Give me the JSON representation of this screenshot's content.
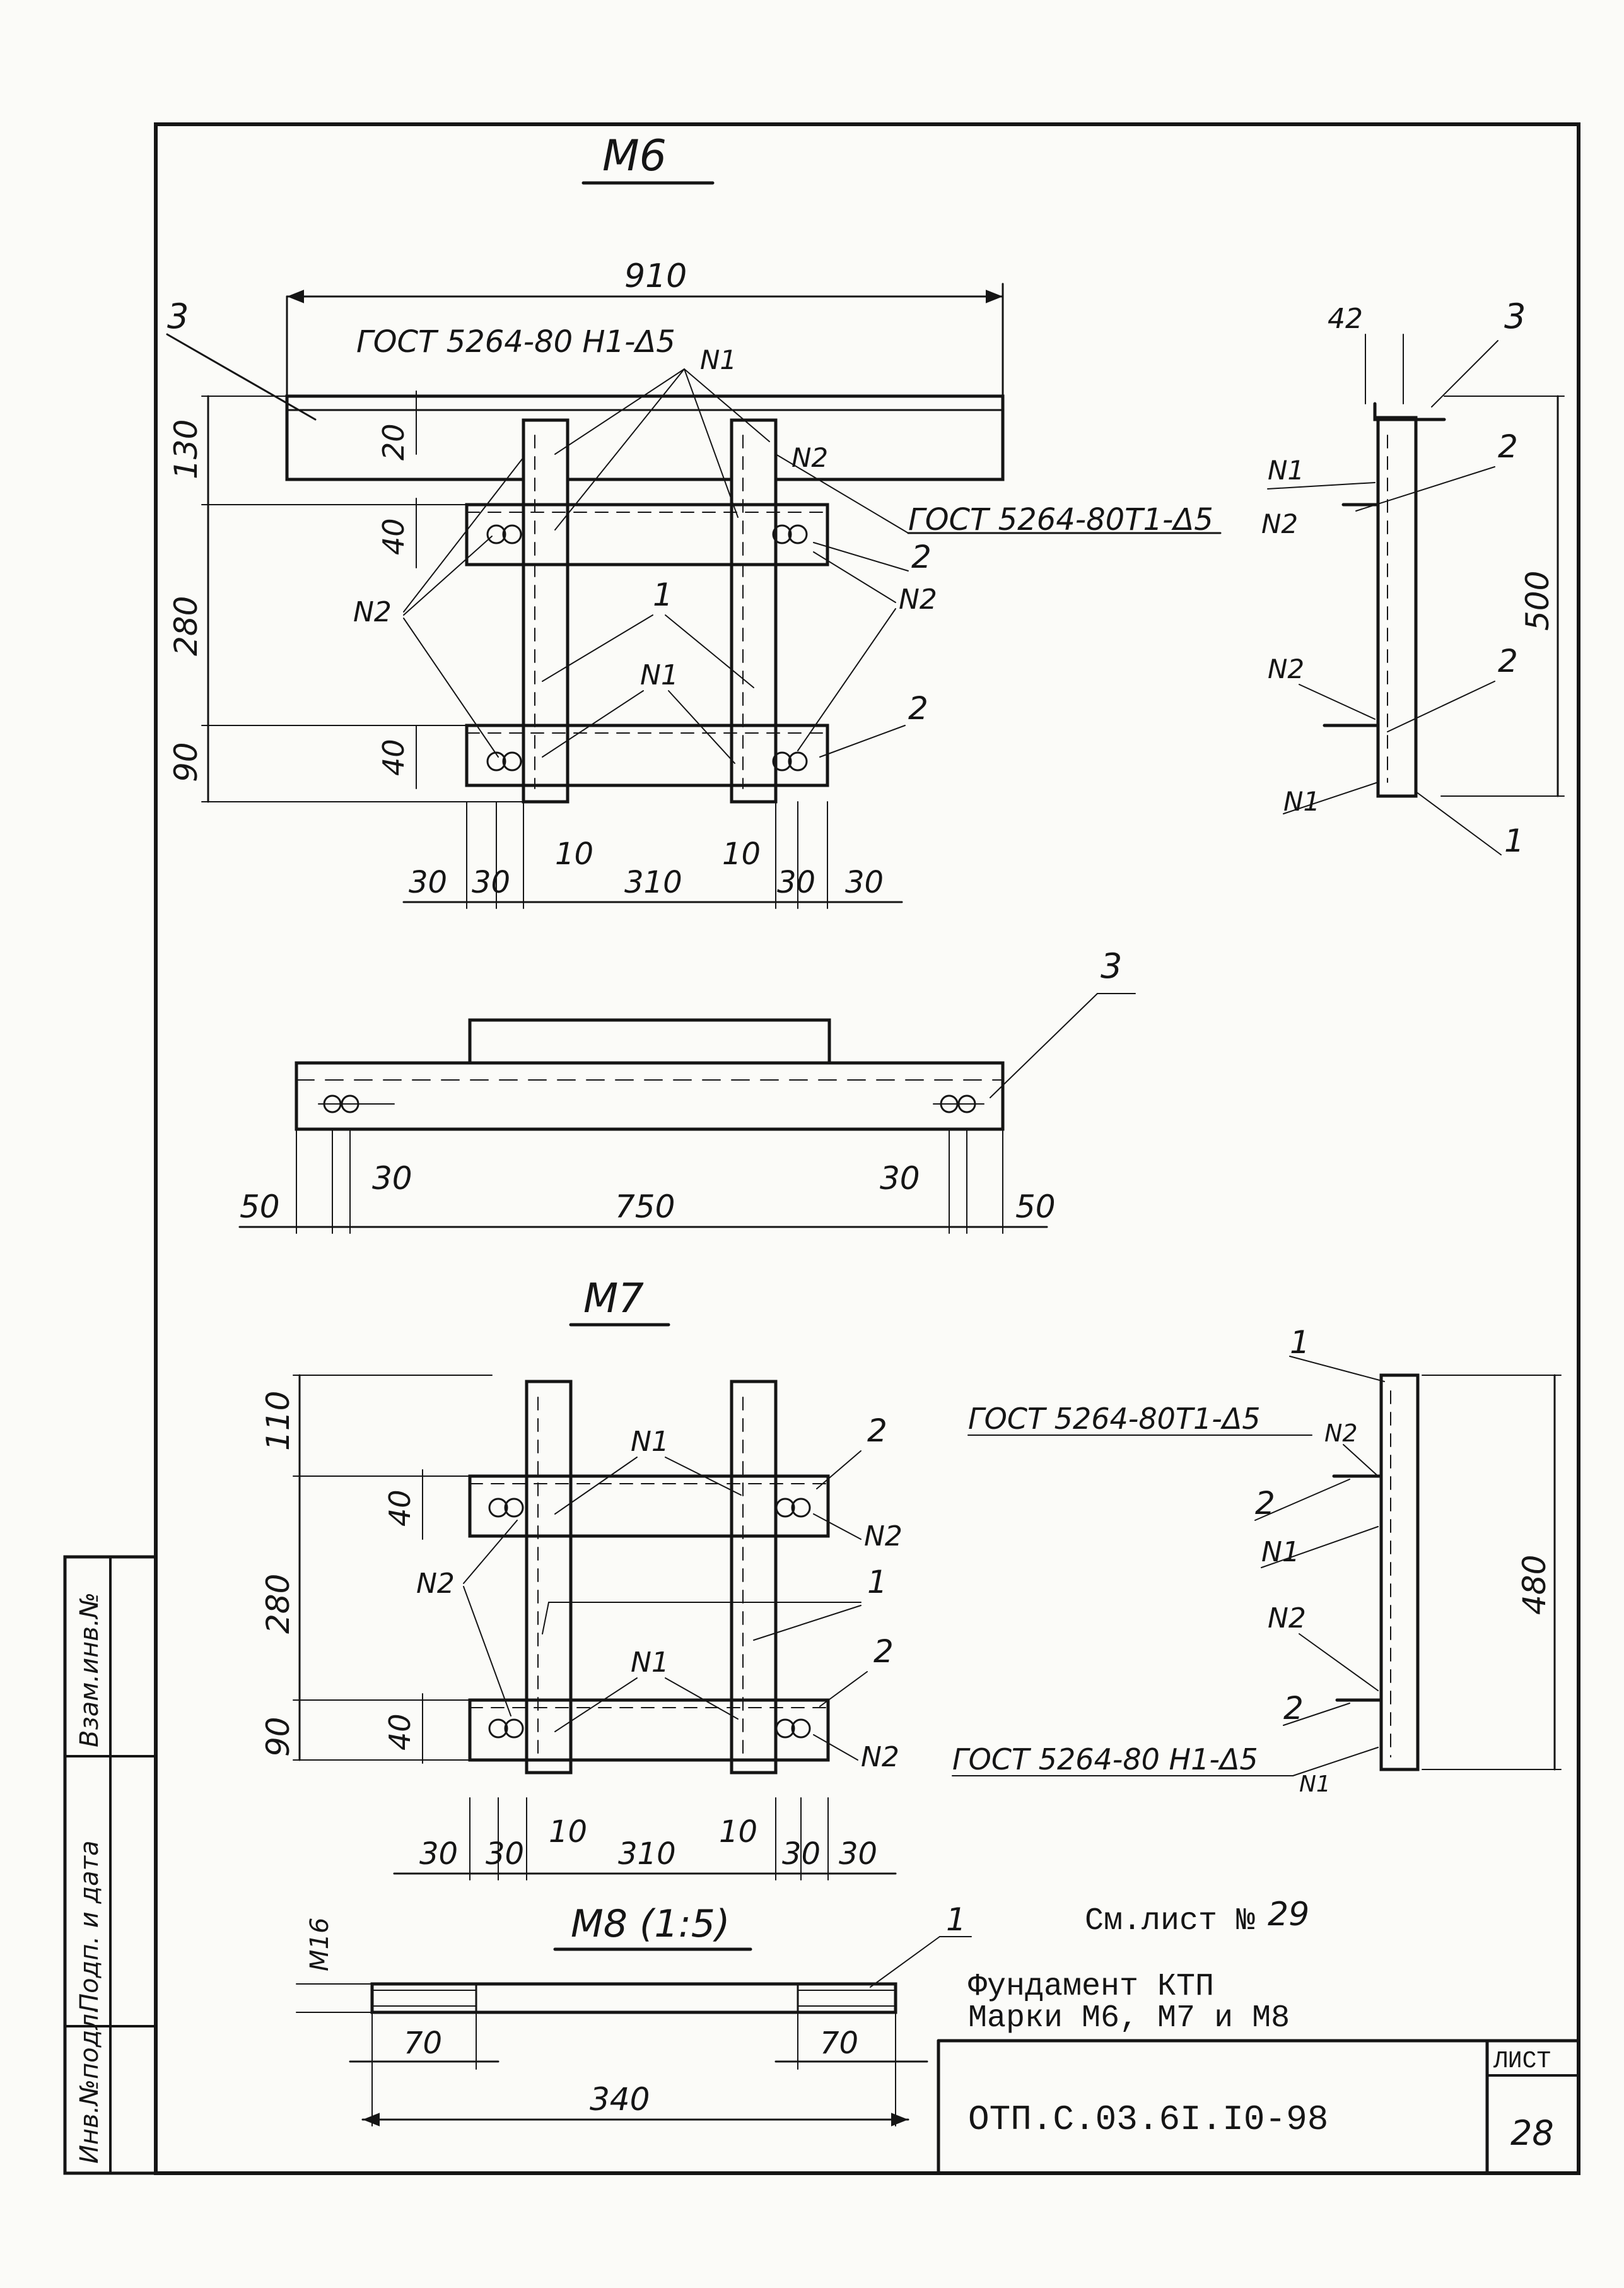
{
  "sections": {
    "m6": {
      "title": "М6",
      "gost_h1": "ГОСТ 5264-80 Н1-Δ5",
      "gost_t1": "ГОСТ 5264-80Т1-Δ5"
    },
    "m7": {
      "title": "М7",
      "gost_t1": "ГОСТ 5264-80Т1-Δ5",
      "gost_h1": "ГОСТ 5264-80 Н1-Δ5"
    },
    "m8": {
      "title": "М8 (1:5)",
      "thread": "М16"
    }
  },
  "dims": {
    "m6_top": {
      "overall": "910",
      "h130": "130",
      "h20": "20",
      "h40a": "40",
      "h280": "280",
      "h40b": "40",
      "h90": "90",
      "b30a": "30",
      "b30b": "30",
      "b10a": "10",
      "b310": "310",
      "b10b": "10",
      "b30c": "30",
      "b30d": "30"
    },
    "m6_side": {
      "w42": "42",
      "h500": "500"
    },
    "m6_bottom": {
      "d50a": "50",
      "d30a": "30",
      "d750": "750",
      "d30b": "30",
      "d50b": "50"
    },
    "m7_top": {
      "h110": "110",
      "h40a": "40",
      "h280": "280",
      "h40b": "40",
      "h90": "90",
      "b30a": "30",
      "b30b": "30",
      "b10a": "10",
      "b310": "310",
      "b10b": "10",
      "b30c": "30",
      "b30d": "30"
    },
    "m7_side": {
      "h480": "480"
    },
    "m8": {
      "d70a": "70",
      "d70b": "70",
      "d340": "340"
    }
  },
  "callouts": {
    "n1": "N1",
    "n2": "N2",
    "p1": "1",
    "p2": "2",
    "p3": "3"
  },
  "side_margin": {
    "inv_podl": "Инв.№подл.",
    "podp_data": "Подп. и дата",
    "vzam": "Взам.инв.№"
  },
  "notes": {
    "see_sheet_label": "См.лист №",
    "see_sheet_num": "29"
  },
  "title_block": {
    "title_line1": "Фундамент КТП",
    "title_line2": "Марки М6, М7 и М8",
    "code": "ОТП.С.03.6I.I0-98",
    "sheet_label": "ЛИСТ",
    "sheet_number": "28"
  },
  "colors": {
    "ink": "#151515",
    "paper": "#fbfbf8"
  }
}
